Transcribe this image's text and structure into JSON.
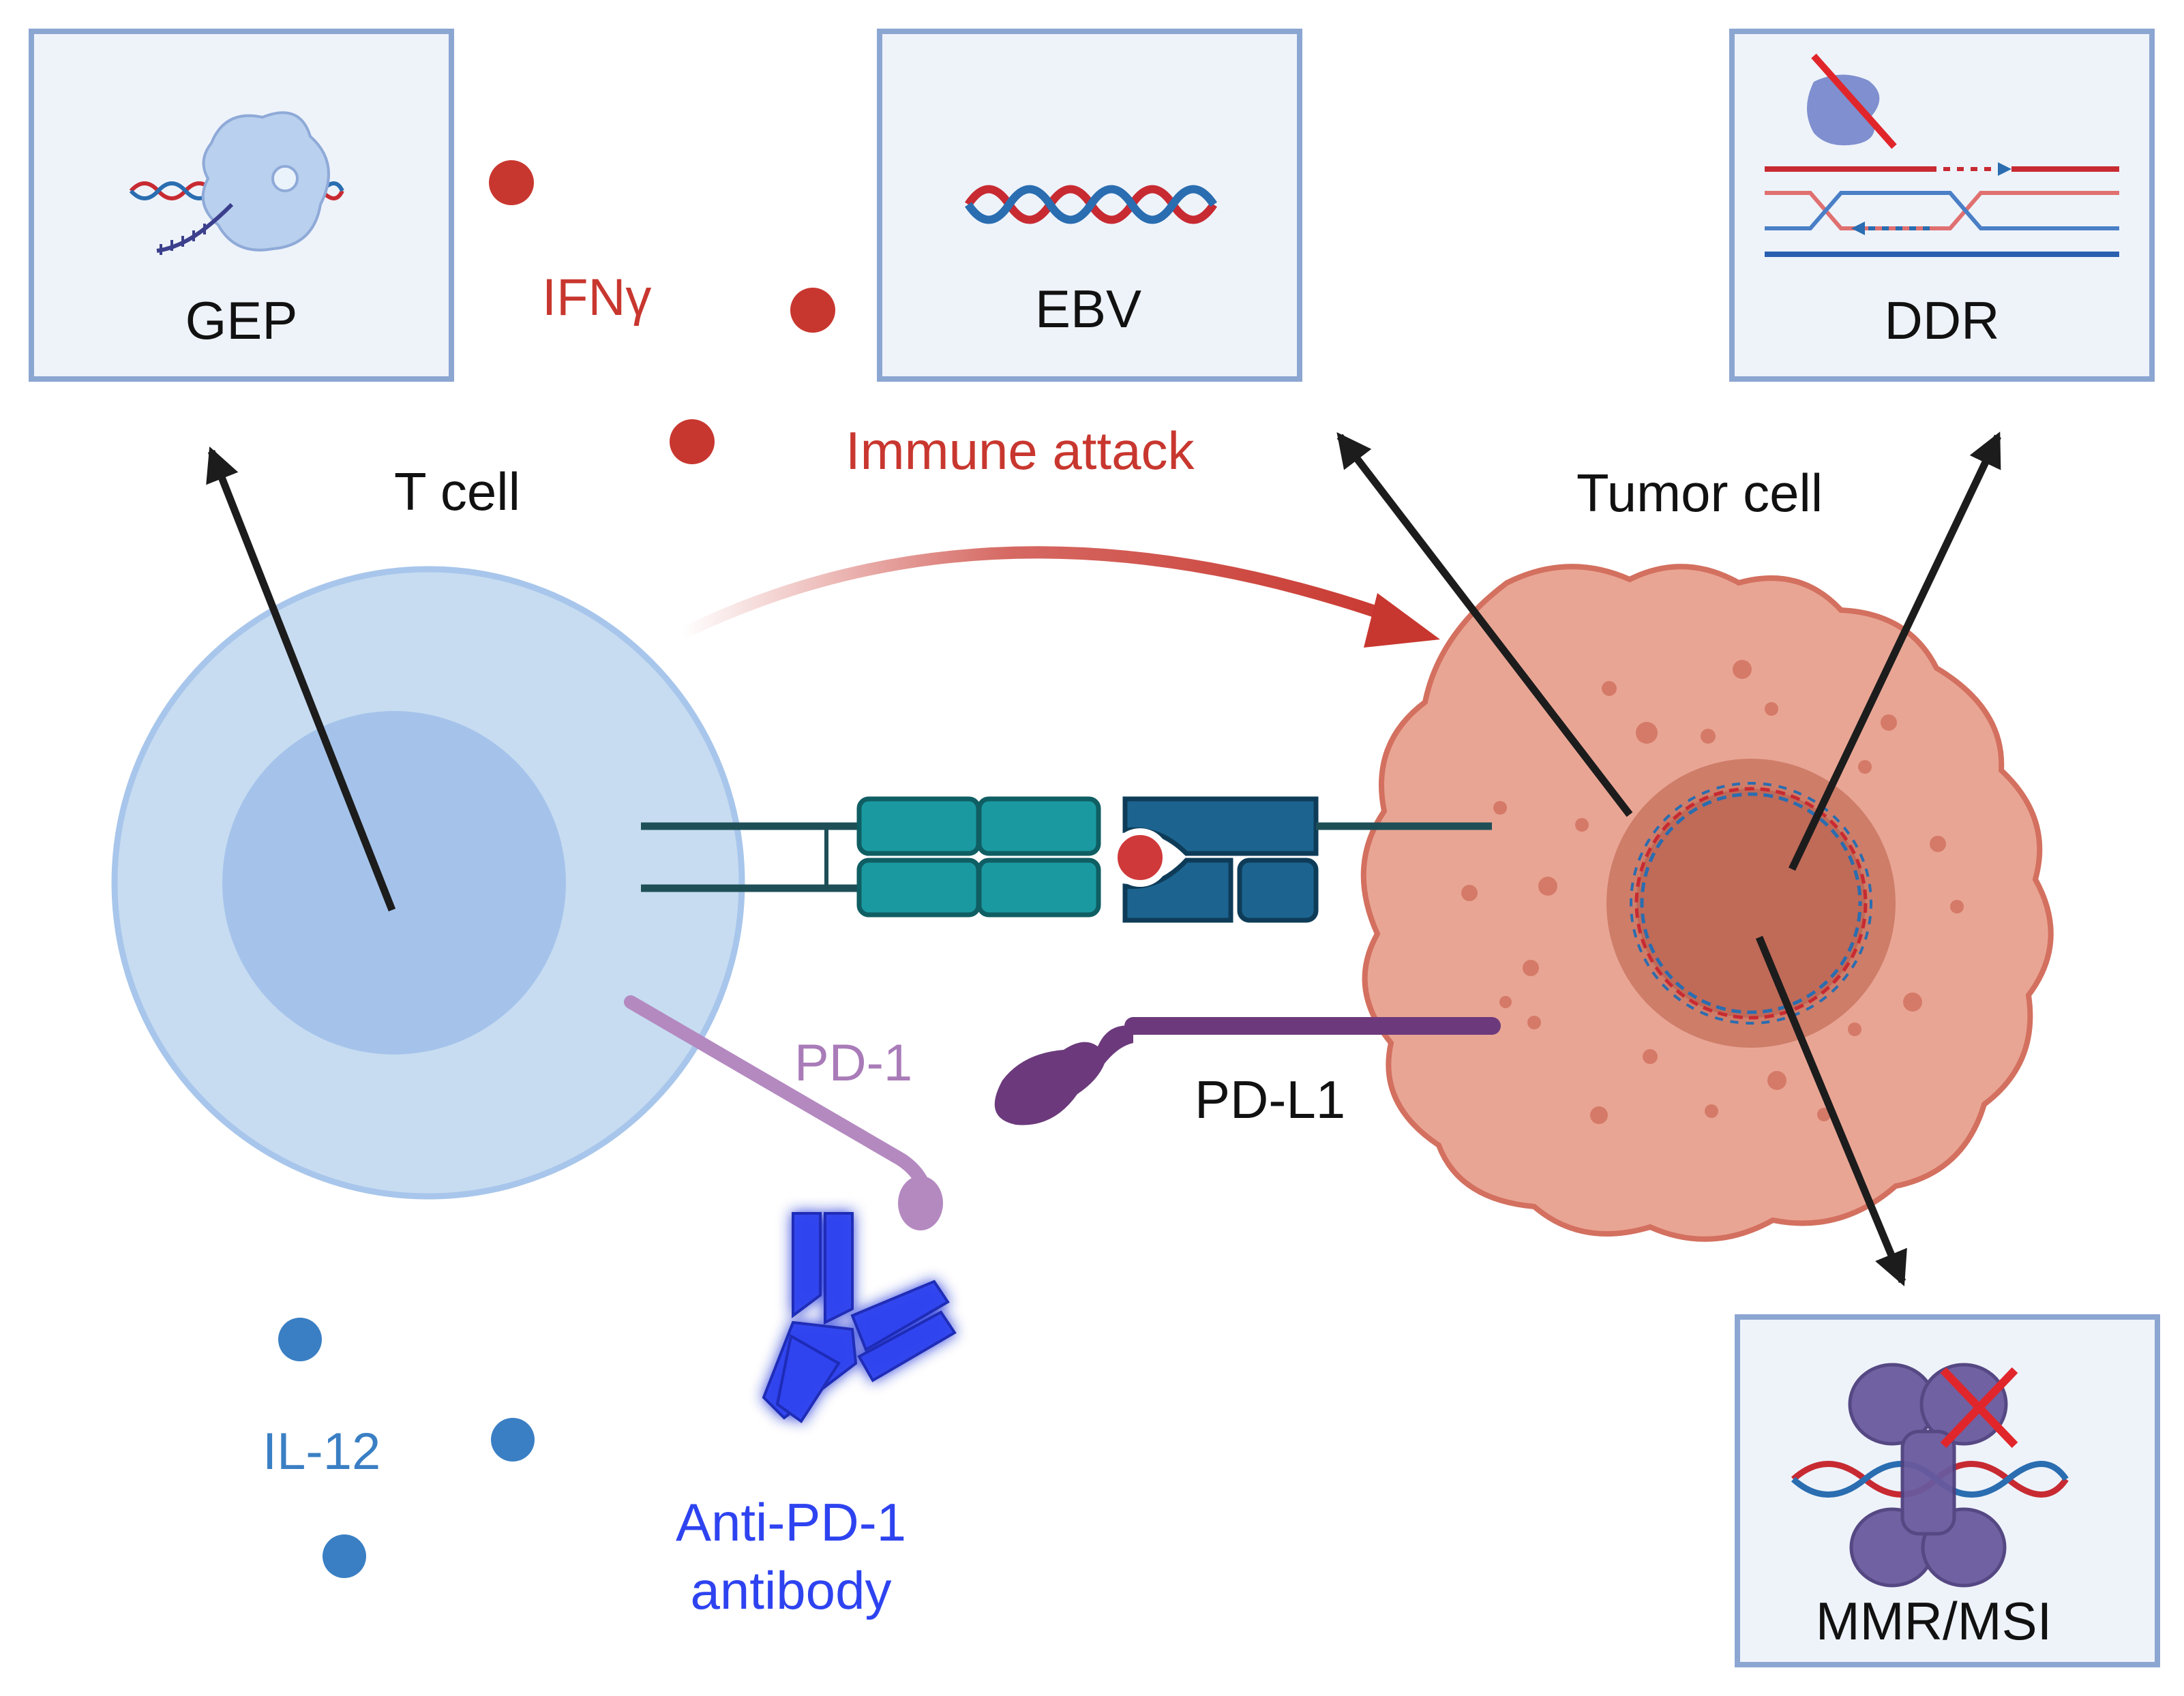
{
  "boxes": {
    "gep": {
      "label": "GEP"
    },
    "ebv": {
      "label": "EBV"
    },
    "ddr": {
      "label": "DDR"
    },
    "mmr": {
      "label": "MMR/MSI"
    }
  },
  "labels": {
    "ifn": "IFNγ",
    "immune_attack": "Immune attack",
    "t_cell": "T cell",
    "tumor_cell": "Tumor cell",
    "pd1": "PD-1",
    "pdl1": "PD-L1",
    "il12": "IL-12",
    "antibody_line1": "Anti-PD-1",
    "antibody_line2": "antibody"
  },
  "colors": {
    "box_fill": "#eef3fa",
    "box_stroke": "#8ca6d2",
    "t_cell_outer": "#c7dcf1",
    "t_cell_inner": "#a5c3ea",
    "tumor_fill": "#e9a594",
    "tumor_stroke": "#d3705f",
    "tumor_nucleus": "#c97562",
    "ifn_red": "#c8372f",
    "il12_blue": "#3a7fc4",
    "pd1_purple": "#b489c0",
    "pdl1_purple": "#6c3a7c",
    "antibody_blue": "#2e43f0",
    "tcr_teal": "#1a9aa0",
    "mhc_blue": "#1c648f",
    "dna_red": "#c82a32",
    "dna_blue": "#2a6db0",
    "arrow_black": "#1c1c1c"
  },
  "icons": {
    "gep": "rna-polymerase-transcription-icon",
    "ebv": "viral-dna-icon",
    "ddr": "dna-damage-repair-icon",
    "mmr": "mismatch-repair-protein-icon"
  }
}
